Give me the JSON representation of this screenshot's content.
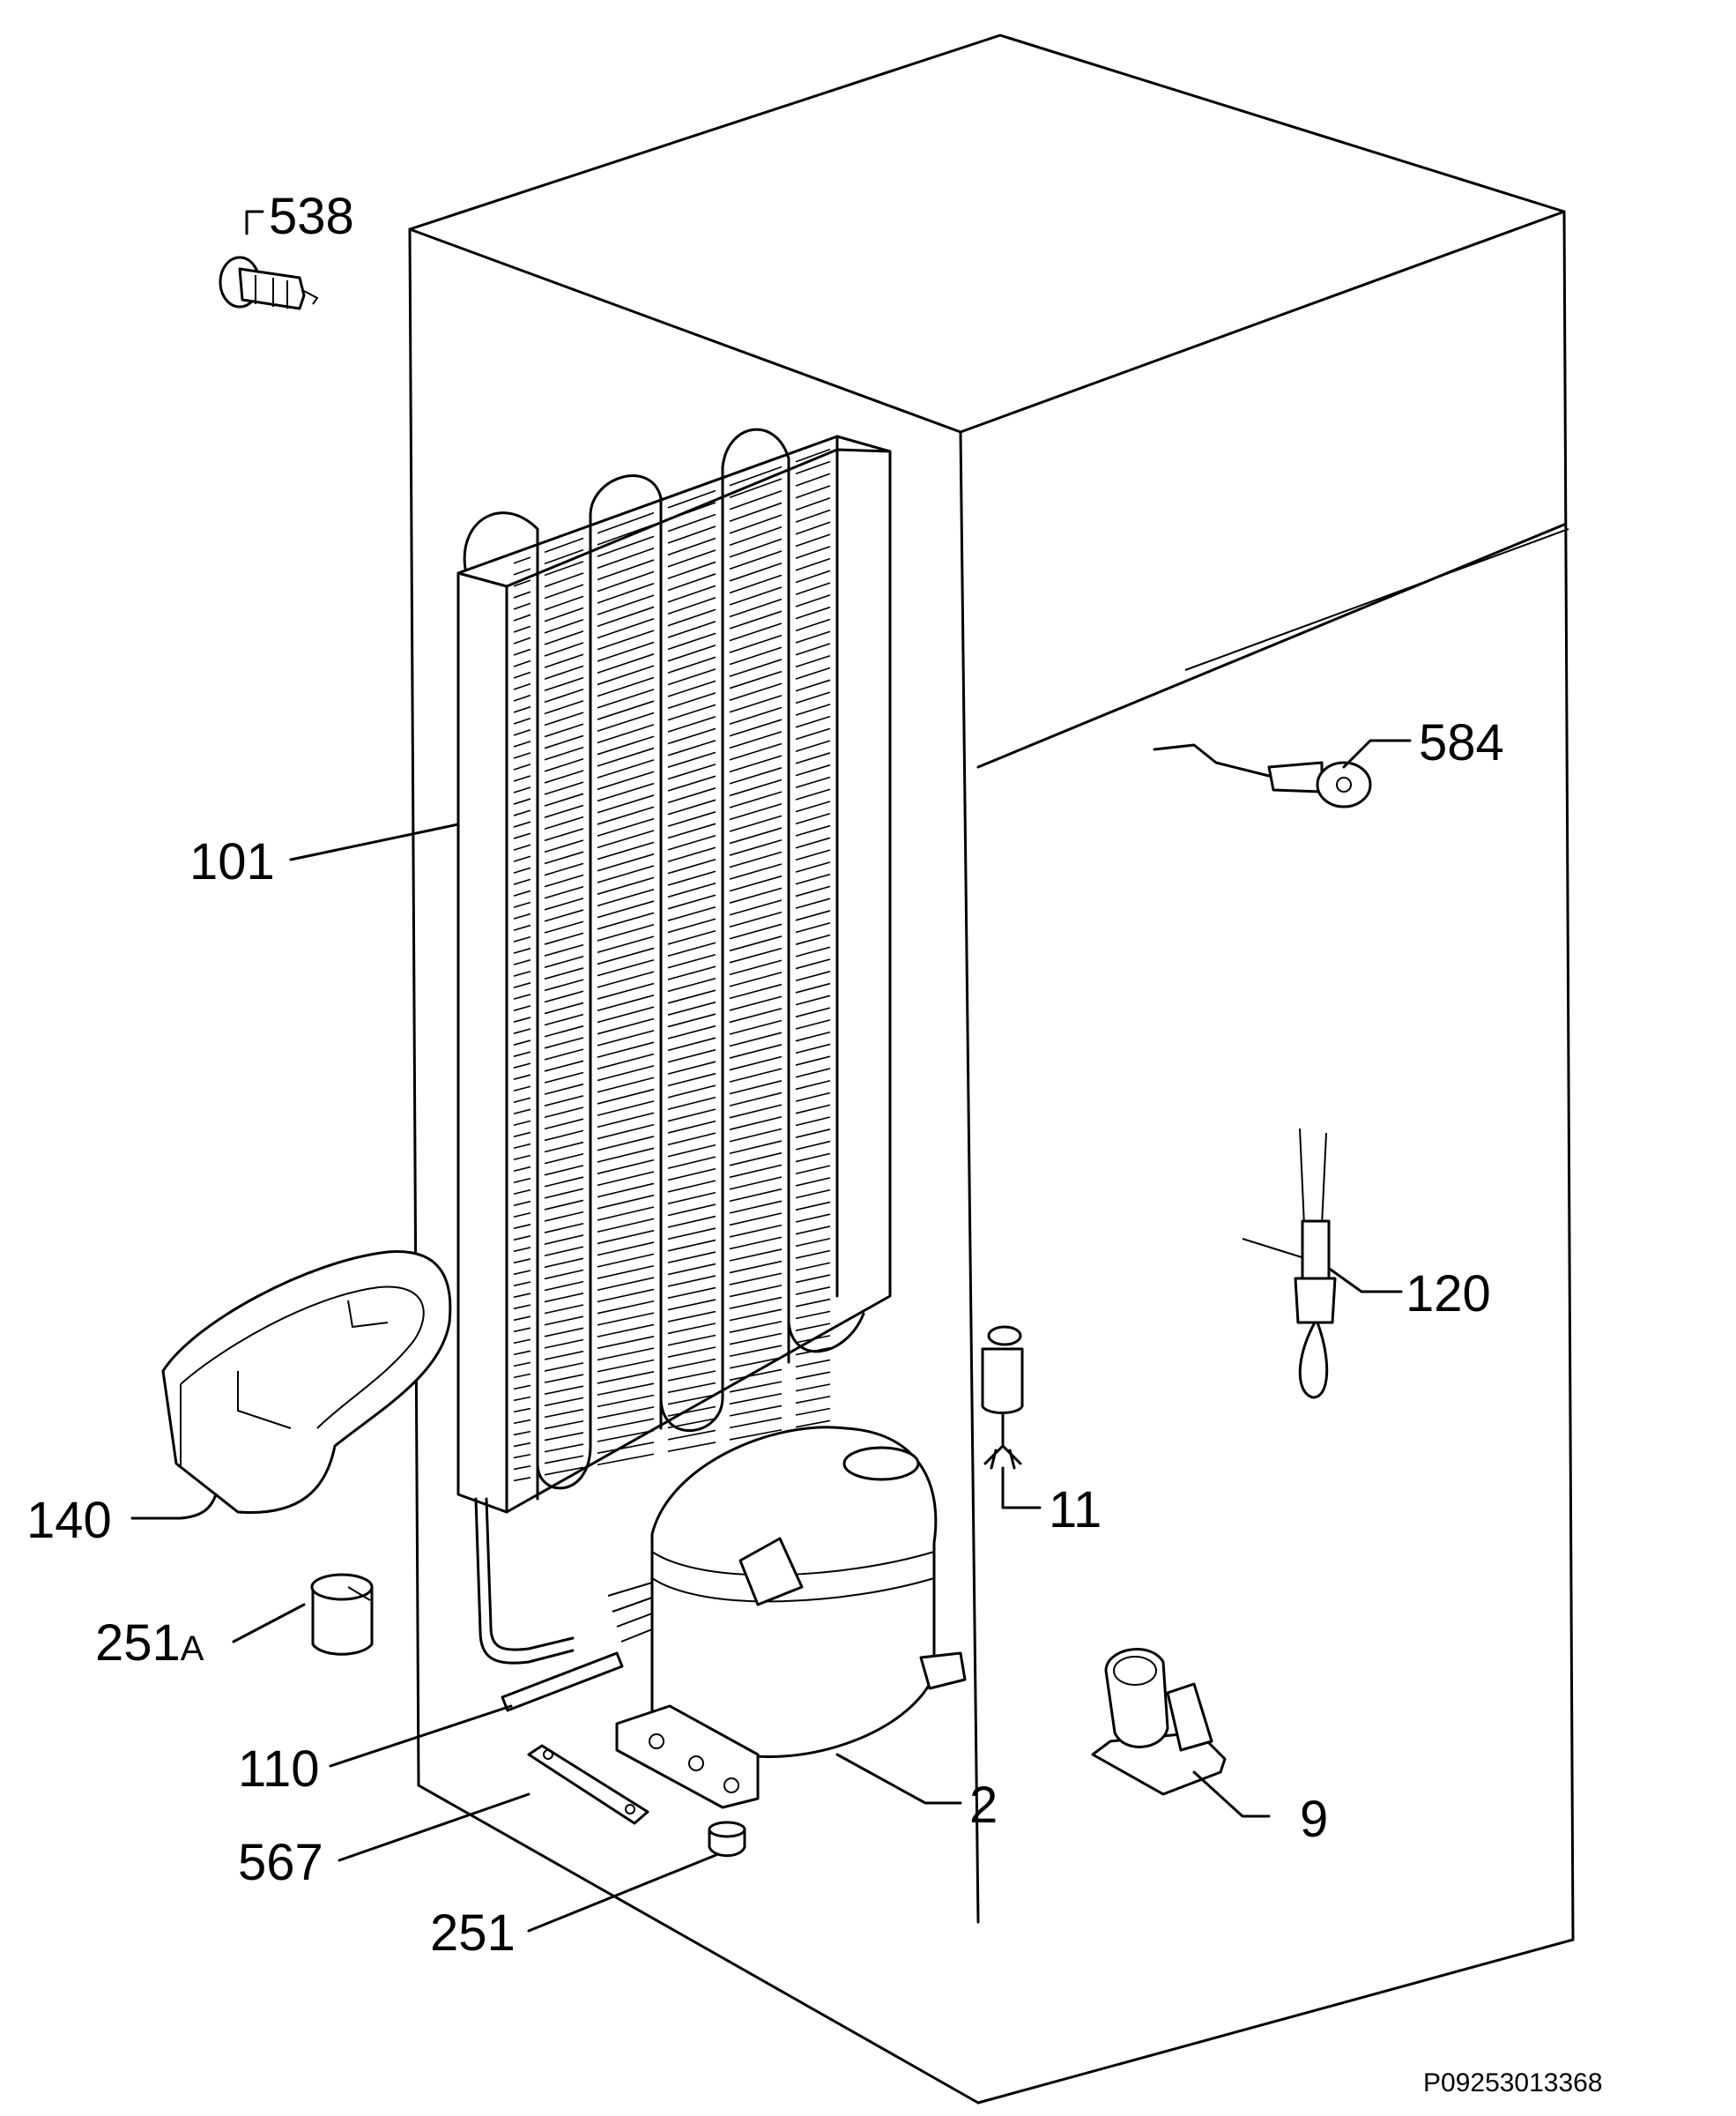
{
  "reference_code": "P09253013368",
  "callouts": [
    {
      "id": "538",
      "text": "538",
      "part": "mounting-clip"
    },
    {
      "id": "584",
      "text": "584",
      "part": "thermostat-sensor"
    },
    {
      "id": "101",
      "text": "101",
      "part": "condenser"
    },
    {
      "id": "120",
      "text": "120",
      "part": "heater-wire"
    },
    {
      "id": "140",
      "text": "140",
      "part": "drip-tray"
    },
    {
      "id": "11",
      "text": "11",
      "part": "filter-drier"
    },
    {
      "id": "251A",
      "text": "251",
      "suffix": "A",
      "part": "grommet"
    },
    {
      "id": "110",
      "text": "110",
      "part": "tube"
    },
    {
      "id": "2",
      "text": "2",
      "part": "compressor"
    },
    {
      "id": "9",
      "text": "9",
      "part": "relay-holder"
    },
    {
      "id": "567",
      "text": "567",
      "part": "bracket"
    },
    {
      "id": "251",
      "text": "251",
      "part": "rubber-foot"
    }
  ]
}
